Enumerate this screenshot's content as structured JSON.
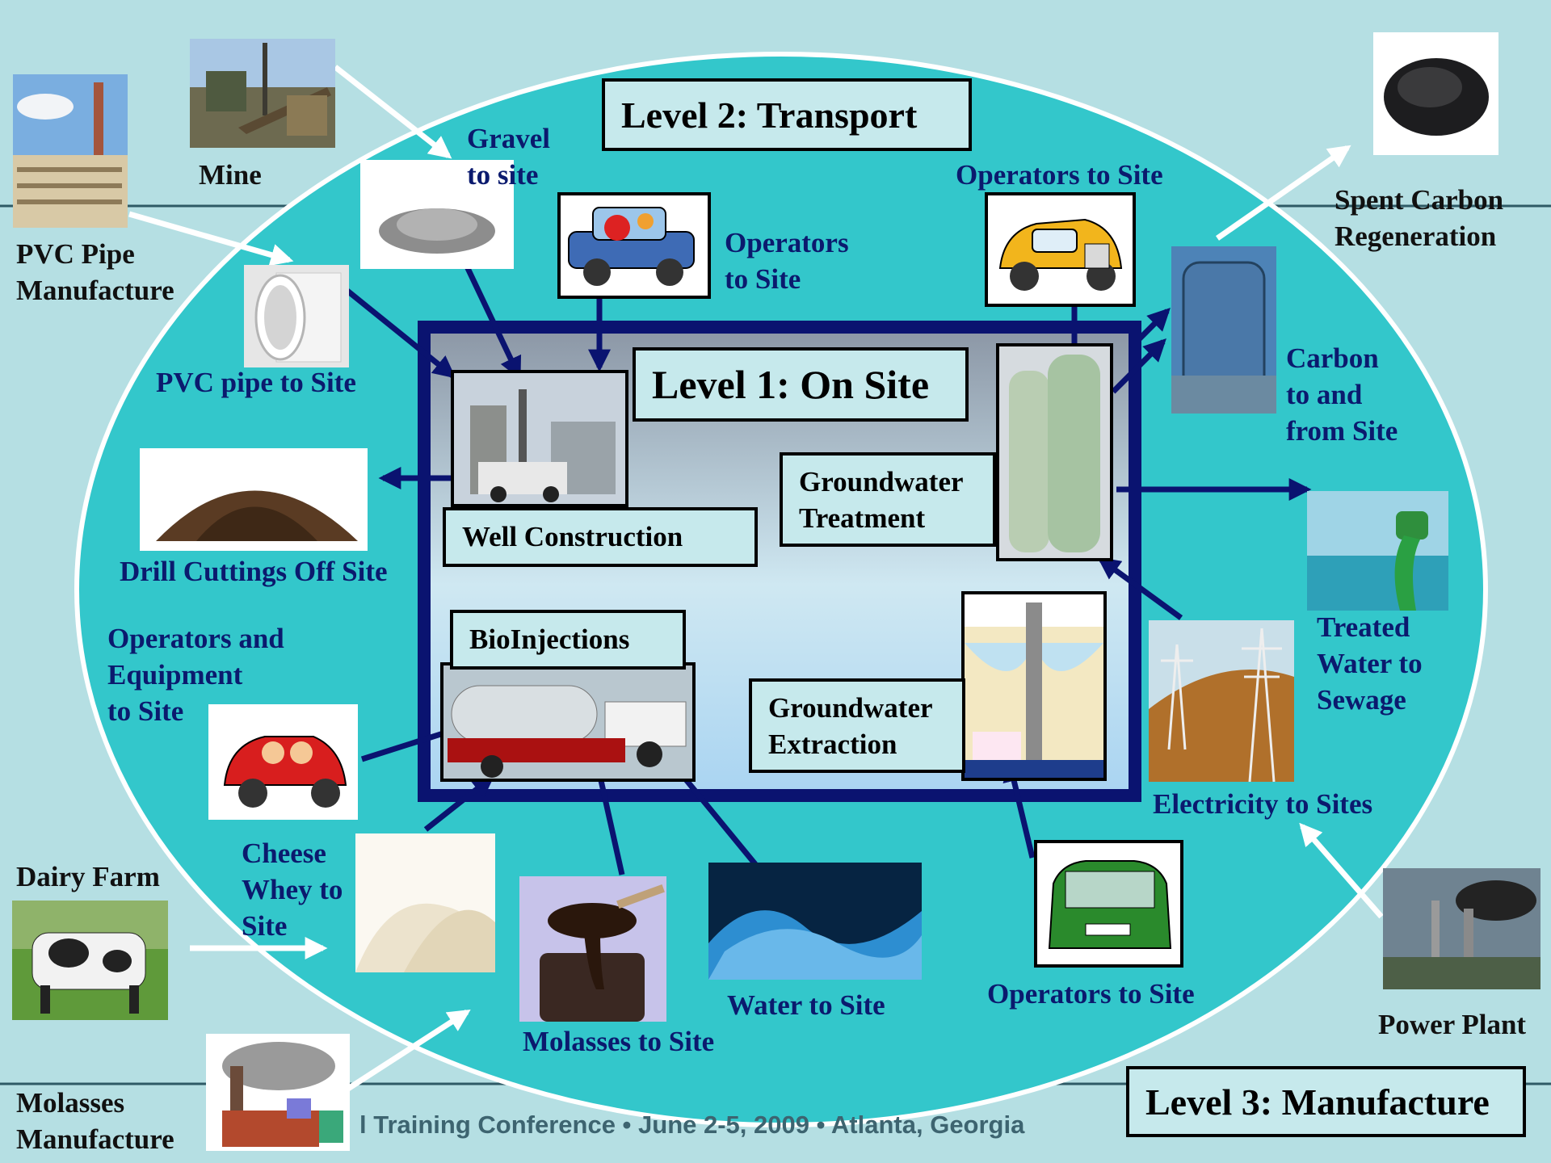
{
  "diagram": {
    "level2_title": "Level 2: Transport",
    "level1_title": "Level 1: On Site",
    "level3_title": "Level 3: Manufacture",
    "onsite_boxes": {
      "well_construction": "Well Construction",
      "groundwater_treatment": "Groundwater\nTreatment",
      "bioinjections": "BioInjections",
      "groundwater_extraction": "Groundwater\nExtraction"
    },
    "transport_labels": {
      "gravel": "Gravel\nto site",
      "operators_truck": "Operators\nto Site",
      "operators_taxi": "Operators to Site",
      "pvc_pipe": "PVC pipe to Site",
      "drill_cuttings": "Drill Cuttings Off Site",
      "carbon": "Carbon\nto and\nfrom Site",
      "treated_water": "Treated\nWater to\nSewage",
      "electricity": "Electricity to Sites",
      "operators_equipment": "Operators and\nEquipment\n to Site",
      "cheese_whey": "Cheese\nWhey to\nSite",
      "molasses": "Molasses to Site",
      "water": "Water to Site",
      "operators_green_car": "Operators to Site"
    },
    "manufacture_labels": {
      "mine": "Mine",
      "pvc_manufacture": "PVC Pipe\nManufacture",
      "spent_carbon": "Spent Carbon\nRegeneration",
      "dairy_farm": "Dairy Farm",
      "power_plant": "Power Plant",
      "molasses_manufacture": "Molasses\nManufacture"
    },
    "footer": "l Training Conference • June 2-5, 2009 • Atlanta, Georgia"
  },
  "colors": {
    "background": "#b5dfe3",
    "ellipse": "#33c7cb",
    "arrow_navy": "#0a1370",
    "label_blue": "#0b1a6e"
  }
}
